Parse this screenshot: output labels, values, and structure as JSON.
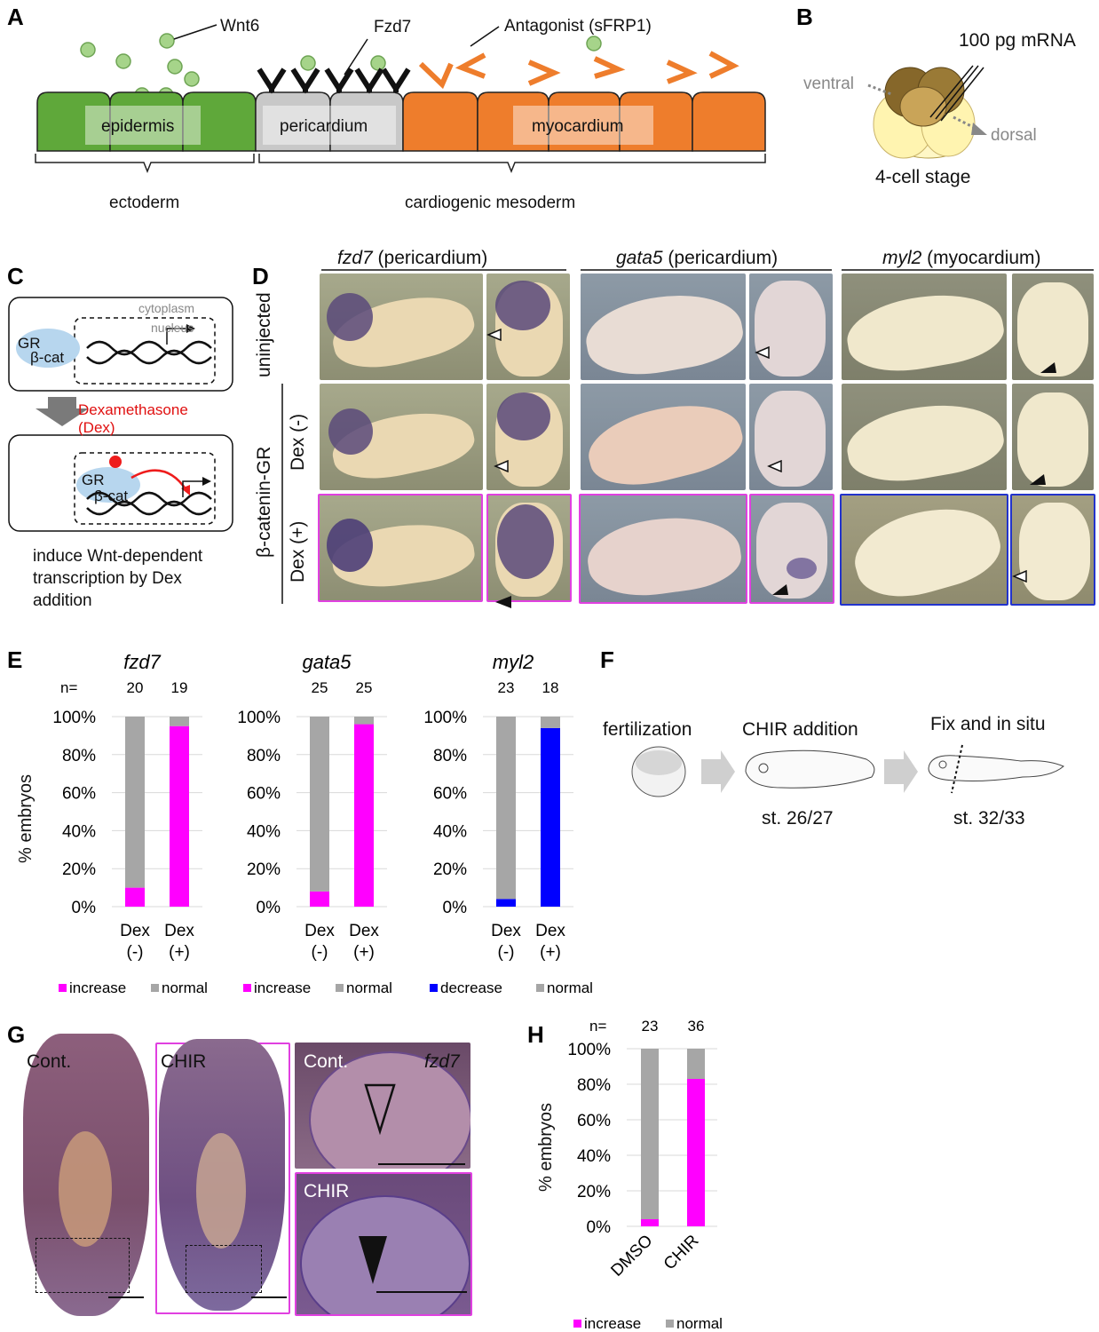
{
  "panels": {
    "A": "A",
    "B": "B",
    "C": "C",
    "D": "D",
    "E": "E",
    "F": "F",
    "G": "G",
    "H": "H"
  },
  "panelA": {
    "wnt6": "Wnt6",
    "fzd7": "Fzd7",
    "antagonist": "Antagonist (sFRP1)",
    "epidermis": "epidermis",
    "pericardium": "pericardium",
    "myocardium": "myocardium",
    "ectoderm": "ectoderm",
    "cardiogenic": "cardiogenic mesoderm",
    "colors": {
      "epidermis": "#5fa83a",
      "pericardium": "#c8c8c8",
      "myocardium": "#ee7d2c",
      "wnt": "#a6d48a"
    }
  },
  "panelB": {
    "mrna": "100 pg mRNA",
    "ventral": "ventral",
    "dorsal": "dorsal",
    "stage": "4-cell stage"
  },
  "panelC": {
    "cytoplasm": "cytoplasm",
    "nucleus": "nucleus",
    "gr": "GR",
    "bcat": "β-cat",
    "dex1": "Dexamethasone",
    "dex2": "(Dex)",
    "caption1": "induce Wnt-dependent",
    "caption2": "transcription by Dex",
    "caption3": "addition"
  },
  "panelD": {
    "col1_gene": "fzd7",
    "col1_tissue": " (pericardium)",
    "col2_gene": "gata5",
    "col2_tissue": " (pericardium)",
    "col3_gene": "myl2",
    "col3_tissue": " (myocardium)",
    "row1": "uninjected",
    "row2": "Dex (-)",
    "row3": "Dex (+)",
    "group": "β-catenin-GR",
    "colors": {
      "increase_border": "#e040e0",
      "decrease_border": "#2233cc"
    }
  },
  "panelE": {
    "n_label": "n=",
    "ylabel": "% embryos",
    "yticks": [
      "100%",
      "80%",
      "60%",
      "40%",
      "20%",
      "0%"
    ],
    "dex_label": "Dex",
    "minus": "(-)",
    "plus": "(+)"
  },
  "chart_data": [
    {
      "type": "bar",
      "stacked": true,
      "title": "fzd7",
      "categories": [
        "Dex (-)",
        "Dex (+)"
      ],
      "n": [
        "20",
        "19"
      ],
      "series": [
        {
          "name": "increase",
          "values": [
            10,
            95
          ],
          "color": "#ff00ff"
        },
        {
          "name": "normal",
          "values": [
            90,
            5
          ],
          "color": "#a6a6a6"
        }
      ],
      "ylabel": "% embryos",
      "ylim": [
        0,
        100
      ]
    },
    {
      "type": "bar",
      "stacked": true,
      "title": "gata5",
      "categories": [
        "Dex (-)",
        "Dex (+)"
      ],
      "n": [
        "25",
        "25"
      ],
      "series": [
        {
          "name": "increase",
          "values": [
            8,
            96
          ],
          "color": "#ff00ff"
        },
        {
          "name": "normal",
          "values": [
            92,
            4
          ],
          "color": "#a6a6a6"
        }
      ],
      "ylim": [
        0,
        100
      ]
    },
    {
      "type": "bar",
      "stacked": true,
      "title": "myl2",
      "categories": [
        "Dex (-)",
        "Dex (+)"
      ],
      "n": [
        "23",
        "18"
      ],
      "series": [
        {
          "name": "decrease",
          "values": [
            4,
            94
          ],
          "color": "#0000ff"
        },
        {
          "name": "normal",
          "values": [
            96,
            6
          ],
          "color": "#a6a6a6"
        }
      ],
      "ylim": [
        0,
        100
      ]
    },
    {
      "type": "bar",
      "stacked": true,
      "categories": [
        "DMSO",
        "CHIR"
      ],
      "n": [
        "23",
        "36"
      ],
      "series": [
        {
          "name": "increase",
          "values": [
            4,
            83
          ],
          "color": "#ff00ff"
        },
        {
          "name": "normal",
          "values": [
            96,
            17
          ],
          "color": "#a6a6a6"
        }
      ],
      "ylabel": "% embryos",
      "ylim": [
        0,
        100
      ]
    }
  ],
  "panelF": {
    "step1": "fertilization",
    "step2": "CHIR addition",
    "step3": "Fix and in situ",
    "st2": "st. 26/27",
    "st3": "st. 32/33"
  },
  "panelG": {
    "cont": "Cont.",
    "chir": "CHIR",
    "gene": "fzd7"
  },
  "panelH": {
    "n_label": "n=",
    "ylabel": "% embryos",
    "yticks": [
      "100%",
      "80%",
      "60%",
      "40%",
      "20%",
      "0%"
    ]
  }
}
